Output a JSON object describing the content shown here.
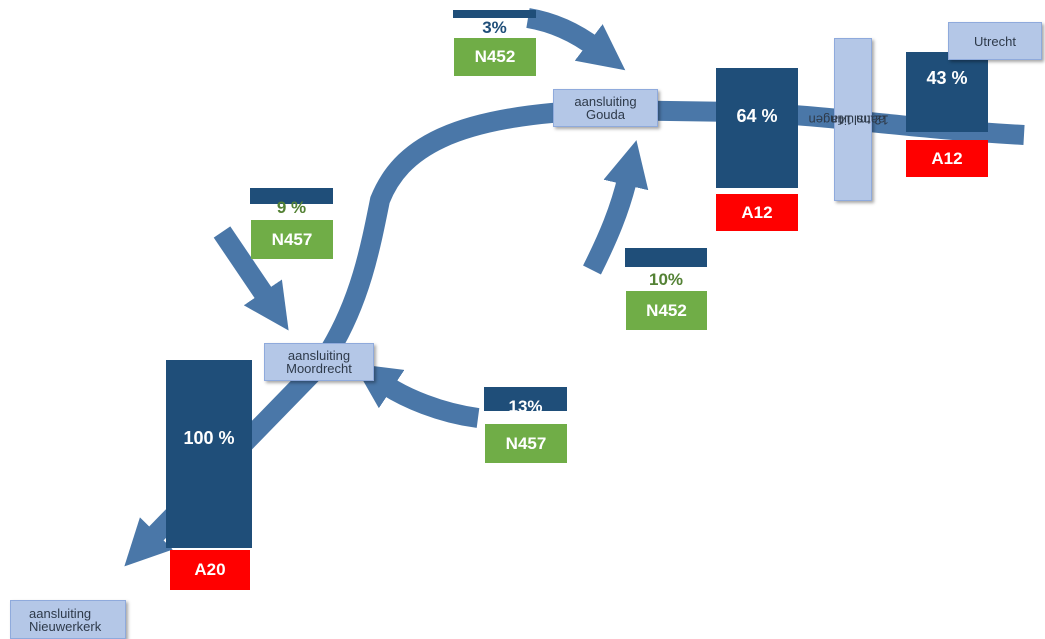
{
  "colors": {
    "flow": "#4a77a8",
    "bar": "#1f4e79",
    "road_green": "#70ad47",
    "road_red": "#ff0000",
    "node_fill": "#b4c7e7",
    "pct_dark": "#1f4e79",
    "pct_green": "#548235"
  },
  "junctions": {
    "nieuwerkerk": {
      "line1": "aansluiting",
      "line2": "Nieuwerkerk"
    },
    "moordrecht": {
      "line1": "aansluiting",
      "line2": "Moordrecht"
    },
    "gouda": {
      "line1": "aansluiting",
      "line2": "Gouda"
    },
    "junctions_12_14a": {
      "line1": "aansluitingen",
      "line2": "12 tm 14a"
    },
    "utrecht": {
      "label": "Utrecht"
    }
  },
  "flows": {
    "a20": {
      "share": "100 %",
      "share_value": 100,
      "road": "A20"
    },
    "a12_gouda": {
      "share": "64 %",
      "share_value": 64,
      "road": "A12"
    },
    "a12_utrecht": {
      "share": "43 %",
      "share_value": 43,
      "road": "A12"
    },
    "n457_west": {
      "share": "9 %",
      "share_value": 9,
      "road": "N457"
    },
    "n457_east": {
      "share": "13%",
      "share_value": 13,
      "road": "N457"
    },
    "n452_north": {
      "share": "3%",
      "share_value": 3,
      "road": "N452"
    },
    "n452_south": {
      "share": "10%",
      "share_value": 10,
      "road": "N452"
    }
  }
}
